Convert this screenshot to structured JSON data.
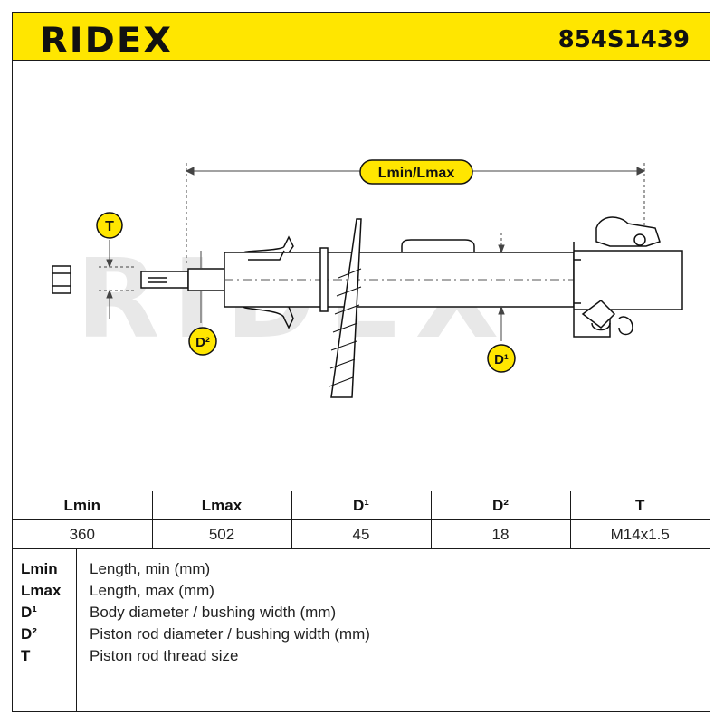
{
  "header": {
    "brand": "RIDEX",
    "part_number": "854S1439",
    "background_color": "#ffe600"
  },
  "diagram": {
    "watermark": "RIDEX",
    "labels": {
      "length": "Lmin/Lmax",
      "thread": "T",
      "rod_diameter": "D²",
      "body_diameter": "D¹"
    }
  },
  "spec_table": {
    "headers": [
      "Lmin",
      "Lmax",
      "D¹",
      "D²",
      "T"
    ],
    "values": [
      "360",
      "502",
      "45",
      "18",
      "M14x1.5"
    ]
  },
  "legend": [
    {
      "key": "Lmin",
      "desc": "Length, min (mm)"
    },
    {
      "key": "Lmax",
      "desc": "Length, max (mm)"
    },
    {
      "key": "D¹",
      "desc": "Body diameter / bushing width (mm)"
    },
    {
      "key": "D²",
      "desc": "Piston rod diameter / bushing width (mm)"
    },
    {
      "key": "T",
      "desc": "Piston rod thread size"
    }
  ]
}
